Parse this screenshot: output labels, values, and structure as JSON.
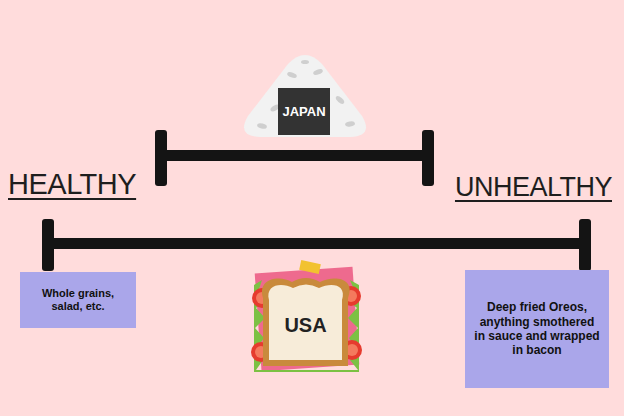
{
  "diagram": {
    "nodes": [
      {
        "text": [
          "JAPAN"
        ]
      },
      {
        "text": [
          "Whole grains, salad, etc."
        ]
      },
      {
        "text": [
          "USA"
        ]
      },
      {
        "text": [
          "Deep fried Oreos, anything smothered in sauce and wrapped in bacon"
        ]
      }
    ],
    "labels": [
      "HEALTHY",
      "UNHEALTHY"
    ]
  }
}
